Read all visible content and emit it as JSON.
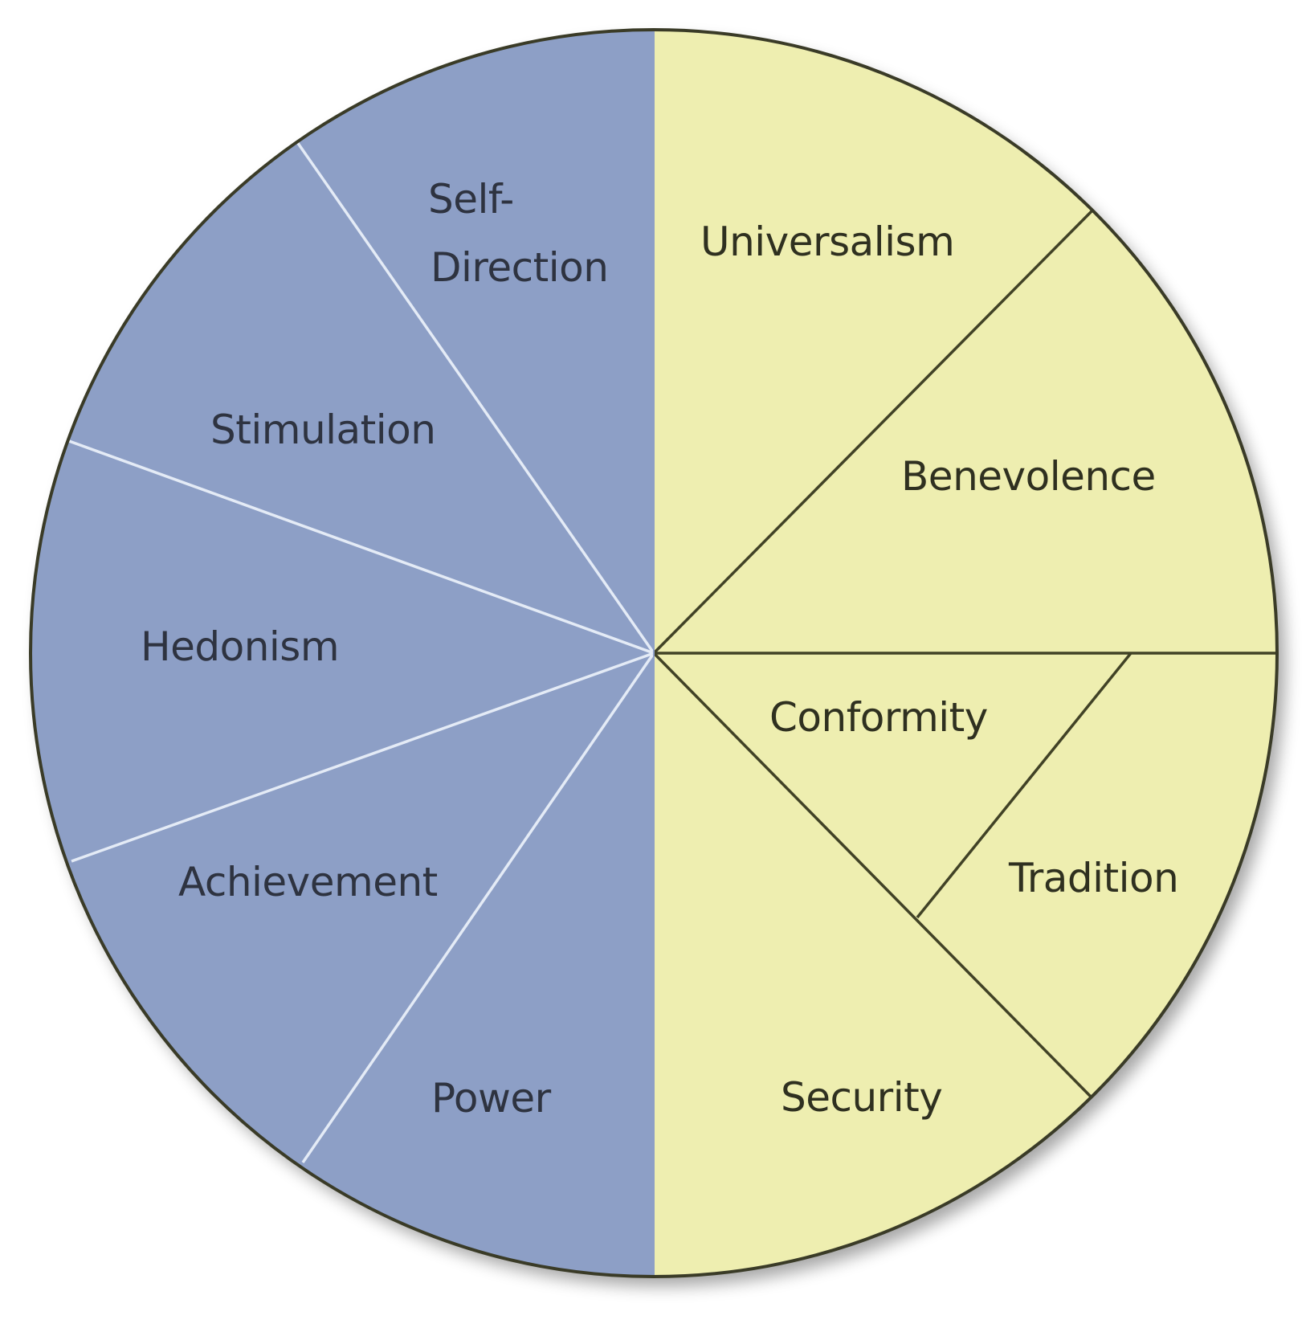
{
  "colors": {
    "left_half": "#8d9fc6",
    "right_half": "#eeeeb0",
    "outline": "#3a3b27",
    "left_dividers": "#e4ebf6",
    "right_dividers": "#414226"
  },
  "segments": {
    "self_direction": {
      "line1": "Self-",
      "line2": "Direction"
    },
    "stimulation": "Stimulation",
    "hedonism": "Hedonism",
    "achievement": "Achievement",
    "power": "Power",
    "universalism": "Universalism",
    "benevolence": "Benevolence",
    "conformity": "Conformity",
    "tradition": "Tradition",
    "security": "Security"
  }
}
